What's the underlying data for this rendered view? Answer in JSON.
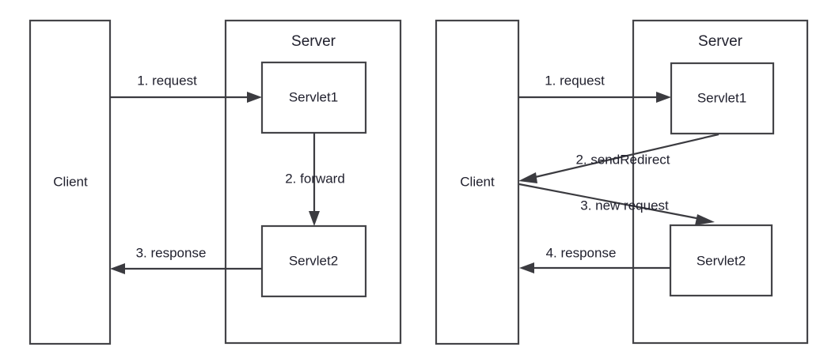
{
  "figure": {
    "description": "Servlet forward vs sendRedirect request flow diagram",
    "background_color": "#ffffff",
    "stroke_color": "#444448",
    "text_color": "#21212e"
  },
  "panels": [
    {
      "id": "forward",
      "client": {
        "label": "Client"
      },
      "server": {
        "label": "Server",
        "nodes": [
          {
            "id": "servlet1",
            "label": "Servlet1"
          },
          {
            "id": "servlet2",
            "label": "Servlet2"
          }
        ]
      },
      "edges": [
        {
          "id": "e1",
          "label": "1. request"
        },
        {
          "id": "e2",
          "label": "2. forward"
        },
        {
          "id": "e3",
          "label": "3. response"
        }
      ]
    },
    {
      "id": "sendredirect",
      "client": {
        "label": "Client"
      },
      "server": {
        "label": "Server",
        "nodes": [
          {
            "id": "servlet1",
            "label": "Servlet1"
          },
          {
            "id": "servlet2",
            "label": "Servlet2"
          }
        ]
      },
      "edges": [
        {
          "id": "e1",
          "label": "1. request"
        },
        {
          "id": "e2",
          "label": "2. sendRedirect"
        },
        {
          "id": "e3",
          "label": "3. new request"
        },
        {
          "id": "e4",
          "label": "4. response"
        }
      ]
    }
  ]
}
